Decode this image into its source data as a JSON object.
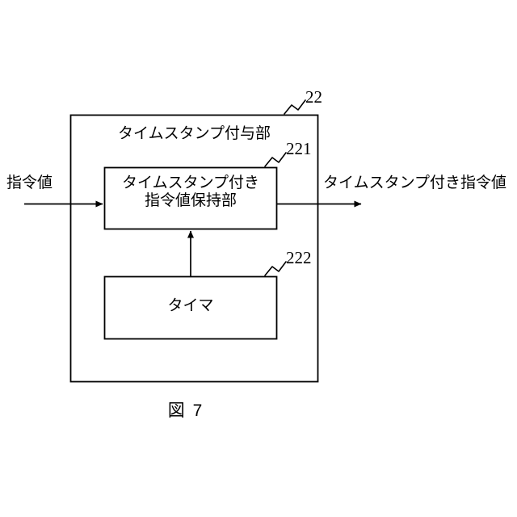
{
  "figure": {
    "caption": "図 7",
    "background_color": "#ffffff",
    "line_color": "#000000"
  },
  "outer_block": {
    "ref": "22",
    "title": "タイムスタンプ付与部"
  },
  "blocks": [
    {
      "ref": "221",
      "label_line1": "タイムスタンプ付き",
      "label_line2": "指令値保持部"
    },
    {
      "ref": "222",
      "label_line1": "タイマ",
      "label_line2": ""
    }
  ],
  "signals": {
    "input_label": "指令値",
    "output_label": "タイムスタンプ付き指令値"
  },
  "connections": [
    {
      "name": "input-arrow",
      "from": "指令値",
      "to": "タイムスタンプ付き指令値保持部"
    },
    {
      "name": "output-arrow",
      "from": "タイムスタンプ付き指令値保持部",
      "to": "タイムスタンプ付き指令値"
    },
    {
      "name": "timer-arrow",
      "from": "タイマ",
      "to": "タイムスタンプ付き指令値保持部"
    }
  ]
}
